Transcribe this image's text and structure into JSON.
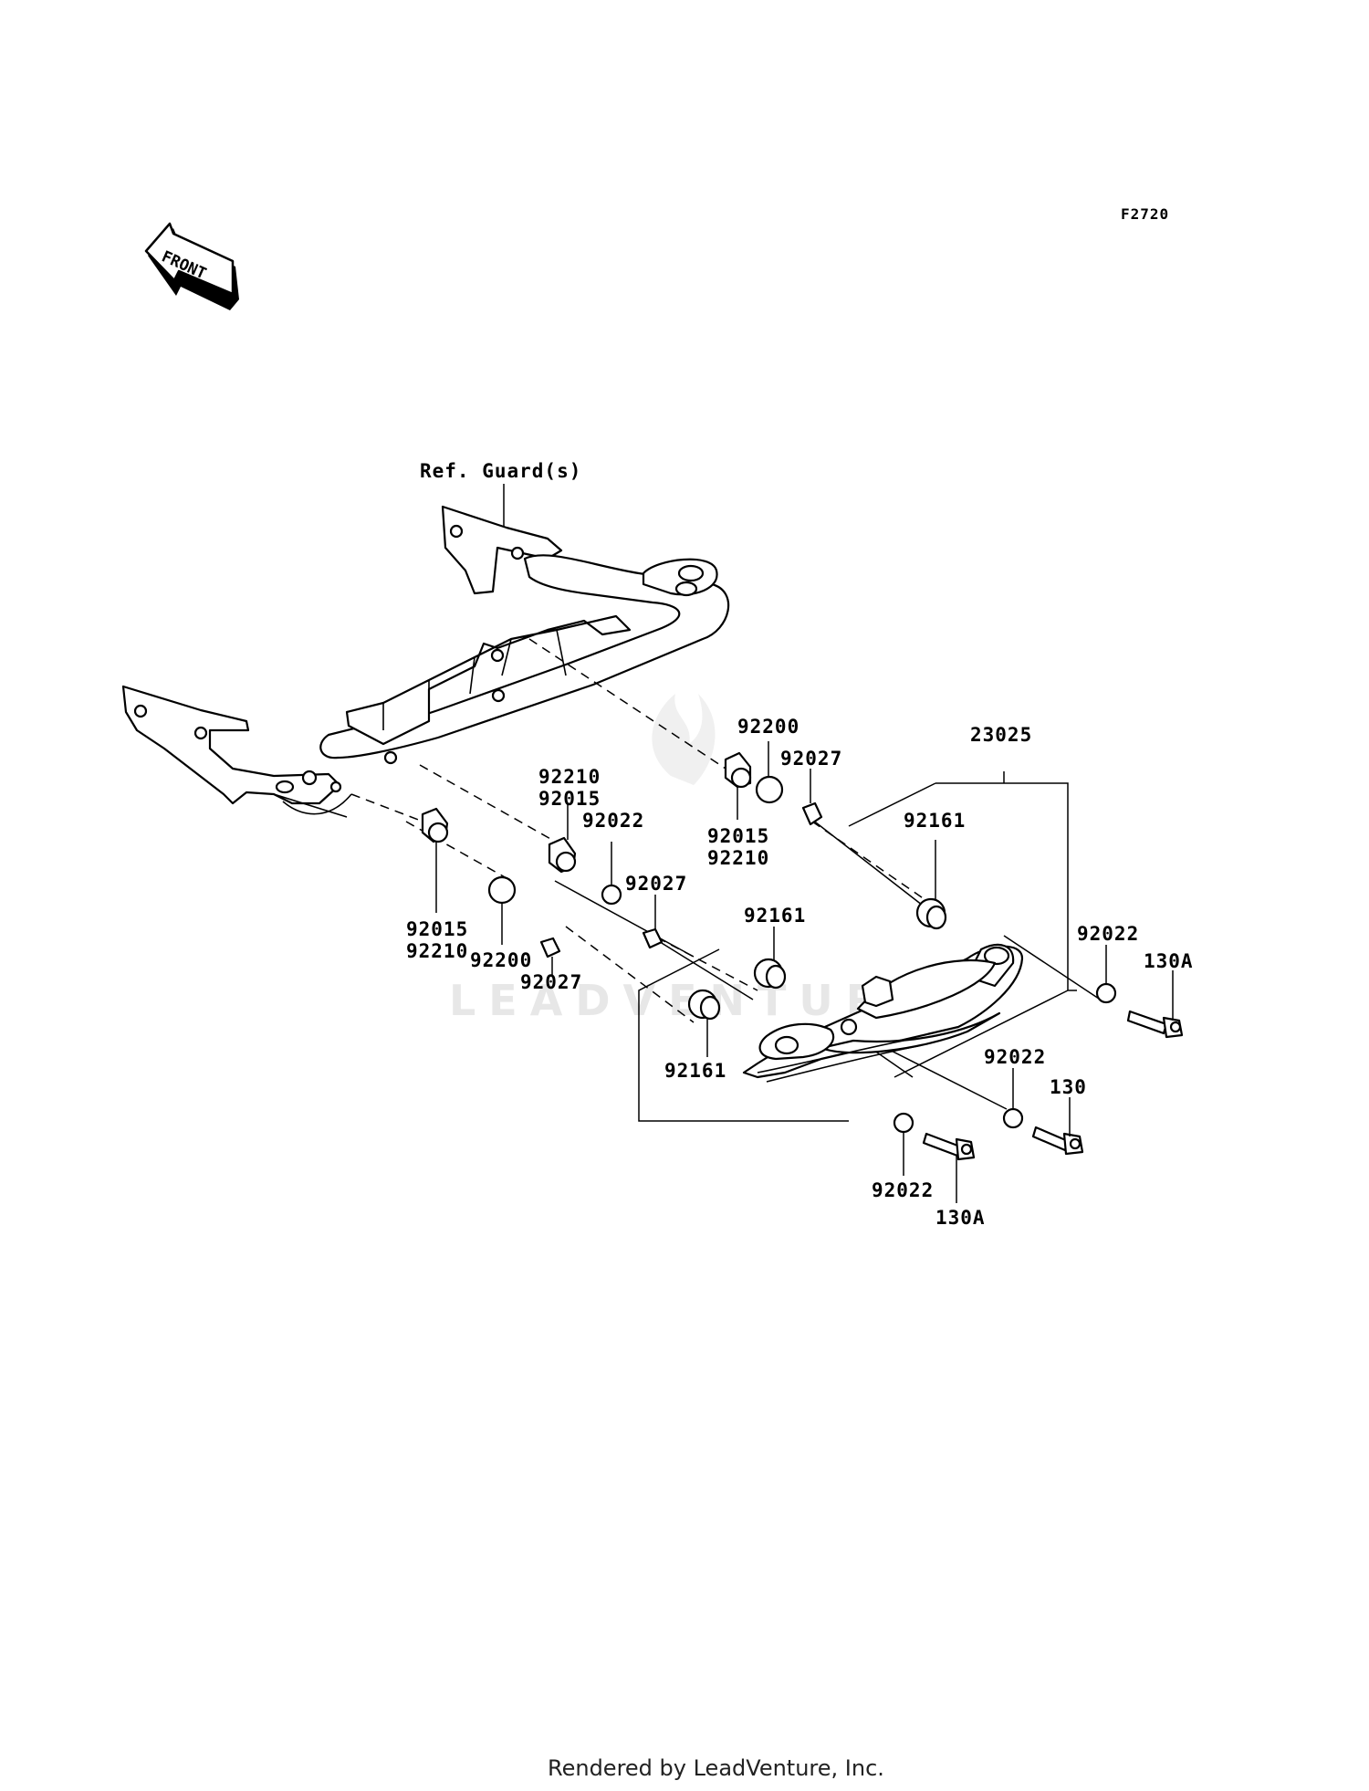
{
  "diagram": {
    "code": "F2720",
    "front_label": "FRONT",
    "ref_label": "Ref. Guard(s)",
    "watermark": "LEADVENTURE",
    "footer": "Rendered by LeadVenture, Inc.",
    "parts": {
      "p23025": "23025",
      "p92200_top": "92200",
      "p92027_top": "92027",
      "p92210_a": "92210",
      "p92015_a": "92015",
      "p92022_a": "92022",
      "p92015_b": "92015",
      "p92210_b": "92210",
      "p92161_a": "92161",
      "p92027_mid": "92027",
      "p92161_b": "92161",
      "p92015_c": "92015",
      "p92210_c": "92210",
      "p92200_low": "92200",
      "p92027_low": "92027",
      "p92022_b": "92022",
      "p130A_a": "130A",
      "p92161_c": "92161",
      "p92022_c": "92022",
      "p130": "130",
      "p92022_d": "92022",
      "p130A_b": "130A"
    }
  }
}
